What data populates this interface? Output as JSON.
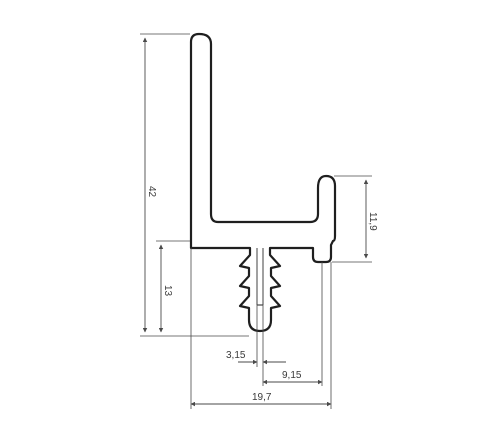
{
  "drawing": {
    "colors": {
      "profile_fill": "#ffffff",
      "profile_stroke": "#1f1f1f",
      "dimension_line": "#4a4a4a",
      "text": "#3a3a3a",
      "background": "#ffffff"
    },
    "dimensions": {
      "height_overall": "42",
      "lip_height": "11,9",
      "stem_height": "13",
      "stem_width": "3,15",
      "offset_width": "9,15",
      "overall_width": "19,7"
    }
  }
}
